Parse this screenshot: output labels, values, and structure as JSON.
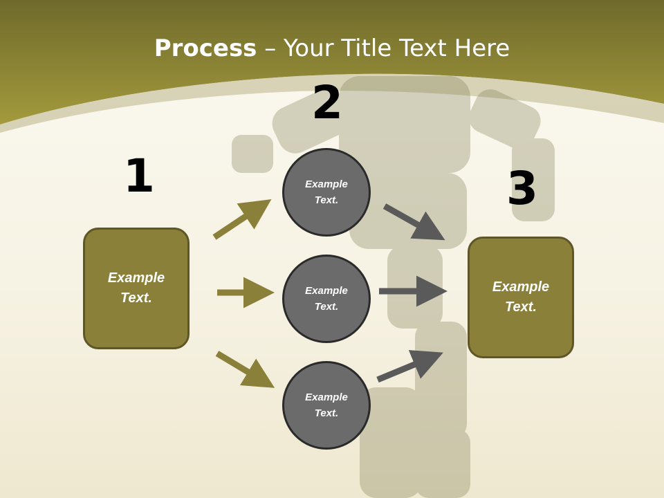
{
  "title": {
    "bold": "Process",
    "rest": " – Your Title Text Here"
  },
  "steps": {
    "one": {
      "number": "1",
      "text": "Example Text."
    },
    "two": {
      "number": "2",
      "items": [
        "Example Text.",
        "Example Text.",
        "Example Text."
      ]
    },
    "three": {
      "number": "3",
      "text": "Example Text."
    }
  },
  "colors": {
    "header": "#8f8436",
    "box": "#8b803a",
    "circle": "#6b6b6b",
    "arrow_olive": "#8b803a",
    "arrow_gray": "#5a5a5a"
  },
  "icons": {
    "background": "robot-silhouette"
  }
}
